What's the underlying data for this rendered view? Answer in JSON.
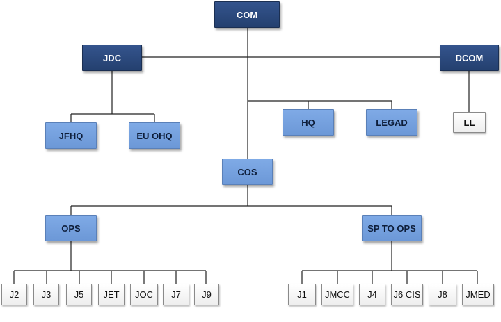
{
  "org": {
    "com": "COM",
    "jdc": "JDC",
    "dcom": "DCOM",
    "jfhq": "JFHQ",
    "eu_ohq": "EU OHQ",
    "hq": "HQ",
    "legad": "LEGAD",
    "ll": "LL",
    "cos": "COS",
    "ops": "OPS",
    "sp_to_ops": "SP TO OPS",
    "ops_units": [
      "J2",
      "J3",
      "J5",
      "JET",
      "JOC",
      "J7",
      "J9"
    ],
    "sp_units": [
      "J1",
      "JMCC",
      "J4",
      "J6 CIS",
      "J8",
      "JMED"
    ]
  },
  "colors": {
    "dark_box": "#2c4a7e",
    "light_box": "#77a1df",
    "leaf_box": "#ffffff",
    "connector": "#222222"
  }
}
